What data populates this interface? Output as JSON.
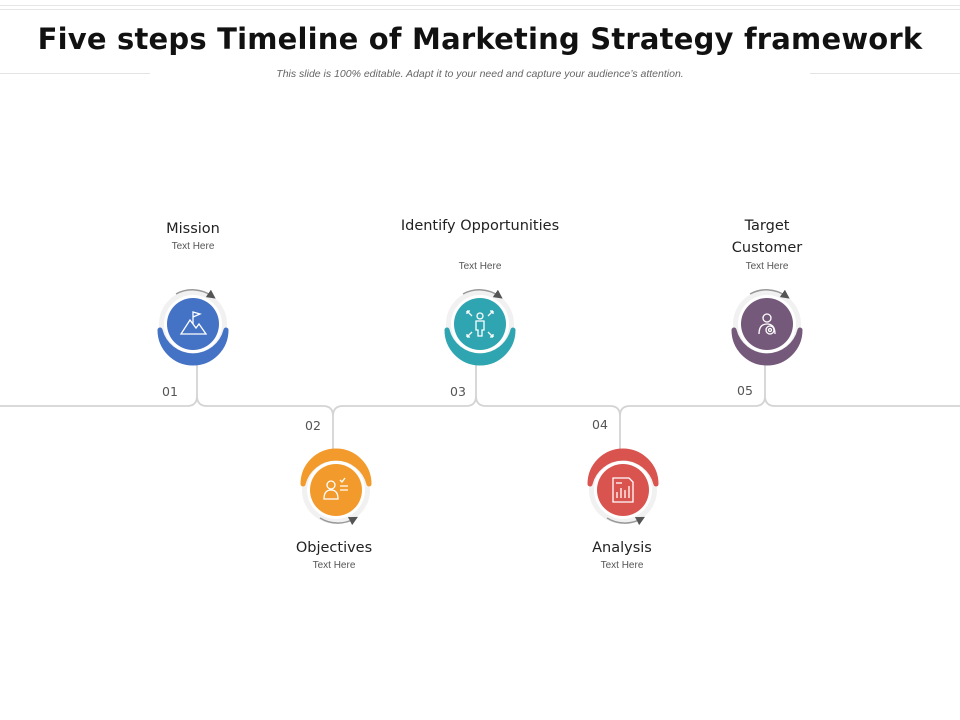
{
  "header": {
    "title": "Five steps Timeline of Marketing Strategy framework",
    "subtitle": "This slide is 100% editable. Adapt it to your need and capture your audience’s attention."
  },
  "steps": [
    {
      "number": "01",
      "title": "Mission",
      "text": "Text Here",
      "color": "#4472c4",
      "icon": "mountain-flag-icon"
    },
    {
      "number": "02",
      "title": "Objectives",
      "text": "Text Here",
      "color": "#f39a2c",
      "icon": "person-checklist-icon"
    },
    {
      "number": "03",
      "title": "Identify Opportunities",
      "text": "Text Here",
      "color": "#2ea5b0",
      "icon": "person-arrows-icon"
    },
    {
      "number": "04",
      "title": "Analysis",
      "text": "Text Here",
      "color": "#d9534f",
      "icon": "report-chart-icon"
    },
    {
      "number": "05",
      "title": "Target Customer",
      "text": "Text Here",
      "color": "#75597a",
      "icon": "person-target-icon"
    }
  ]
}
